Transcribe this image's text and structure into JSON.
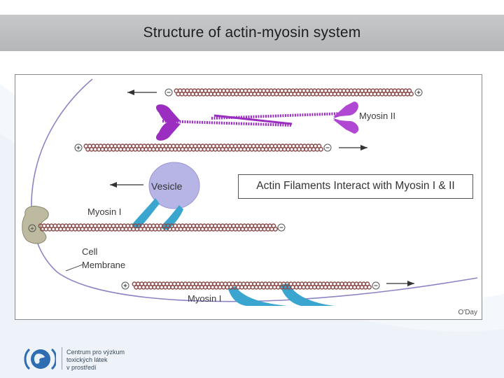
{
  "slide": {
    "title": "Structure of actin-myosin system"
  },
  "figure": {
    "banner": "Actin Filaments Interact with Myosin I & II",
    "labels": {
      "myosin2": "Myosin II",
      "vesicle": "Vesicle",
      "myosin1_top": "Myosin I",
      "cell": "Cell",
      "membrane": "Membrane",
      "myosin1_bottom": "Myosin I",
      "credit": "O'Day"
    },
    "colors": {
      "actin": "#8a4a4a",
      "myosin2": "#9b2ec0",
      "myosin1": "#3aa6d0",
      "vesicle": "#b7b4e6",
      "membrane": "#8b84c4",
      "anchor": "#b7b49a"
    }
  },
  "footer": {
    "logo_lines": [
      "Centrum pro výzkum",
      "toxických látek",
      "v prostředí"
    ]
  }
}
